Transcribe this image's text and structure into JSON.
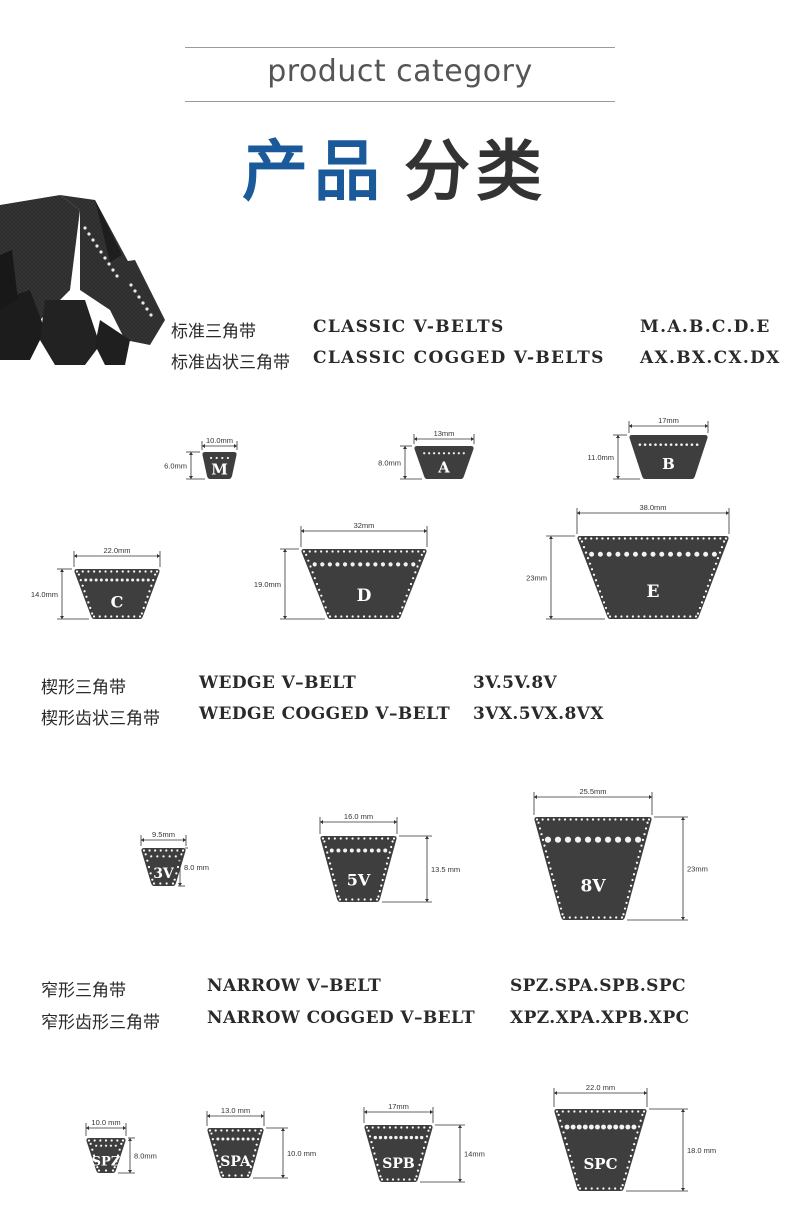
{
  "header": {
    "subtitle": "product category",
    "title_part1": "产品",
    "title_part2": "分类"
  },
  "colors": {
    "title_blue": "#1a5a9a",
    "title_gray": "#333333",
    "belt": "#3e3e3e"
  },
  "sections": [
    {
      "rows": [
        {
          "cn": "标准三角带",
          "en": "CLASSIC V-BELTS",
          "models": "M.A.B.C.D.E"
        },
        {
          "cn": "标准齿状三角带",
          "en": "CLASSIC COGGED V-BELTS",
          "models": "AX.BX.CX.DX"
        }
      ]
    },
    {
      "rows": [
        {
          "cn": "楔形三角带",
          "en": "WEDGE V–BELT",
          "models": "3V.5V.8V"
        },
        {
          "cn": "楔形齿状三角带",
          "en": "WEDGE COGGED V–BELT",
          "models": "3VX.5VX.8VX"
        }
      ]
    },
    {
      "rows": [
        {
          "cn": "窄形三角带",
          "en": "NARROW V–BELT",
          "models": "SPZ.SPA.SPB.SPC"
        },
        {
          "cn": "窄形齿形三角带",
          "en": "NARROW COGGED V–BELT",
          "models": "XPZ.XPA.XPB.XPC"
        }
      ]
    }
  ],
  "belts": [
    {
      "name": "M",
      "width_label": "10.0mm",
      "height_label": "6.0mm"
    },
    {
      "name": "A",
      "width_label": "13mm",
      "height_label": "8.0mm"
    },
    {
      "name": "B",
      "width_label": "17mm",
      "height_label": "11.0mm"
    },
    {
      "name": "C",
      "width_label": "22.0mm",
      "height_label": "14.0mm"
    },
    {
      "name": "D",
      "width_label": "32mm",
      "height_label": "19.0mm"
    },
    {
      "name": "E",
      "width_label": "38.0mm",
      "height_label": "23mm"
    },
    {
      "name": "3V",
      "width_label": "9.5mm",
      "height_label": "8.0 mm"
    },
    {
      "name": "5V",
      "width_label": "16.0 mm",
      "height_label": "13.5 mm"
    },
    {
      "name": "8V",
      "width_label": "25.5mm",
      "height_label": "23mm"
    },
    {
      "name": "SPZ",
      "width_label": "10.0 mm",
      "height_label": "8.0mm"
    },
    {
      "name": "SPA",
      "width_label": "13.0 mm",
      "height_label": "10.0 mm"
    },
    {
      "name": "SPB",
      "width_label": "17mm",
      "height_label": "14mm"
    },
    {
      "name": "SPC",
      "width_label": "22.0 mm",
      "height_label": "18.0 mm"
    }
  ]
}
